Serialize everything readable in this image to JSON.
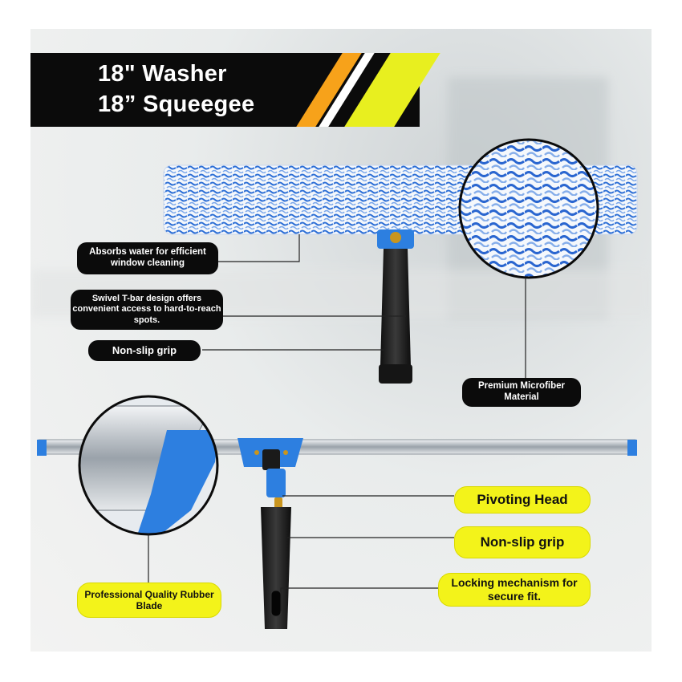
{
  "title": {
    "line1": "18\" Washer",
    "line2": "18” Squeegee"
  },
  "colors": {
    "black": "#0b0b0b",
    "yellow": "#f3f31a",
    "orange": "#f7a21a",
    "blue": "#2d7fe0"
  },
  "washer_callouts": {
    "absorbs": "Absorbs water for efficient window cleaning",
    "swivel": "Swivel T-bar design offers convenient access to hard-to-reach spots.",
    "grip": "Non-slip grip",
    "premium": "Premium Microfiber Material"
  },
  "squeegee_callouts": {
    "pivoting": "Pivoting Head",
    "grip": "Non-slip grip",
    "locking": "Locking mechanism for secure fit.",
    "blade": "Professional Quality Rubber Blade"
  }
}
